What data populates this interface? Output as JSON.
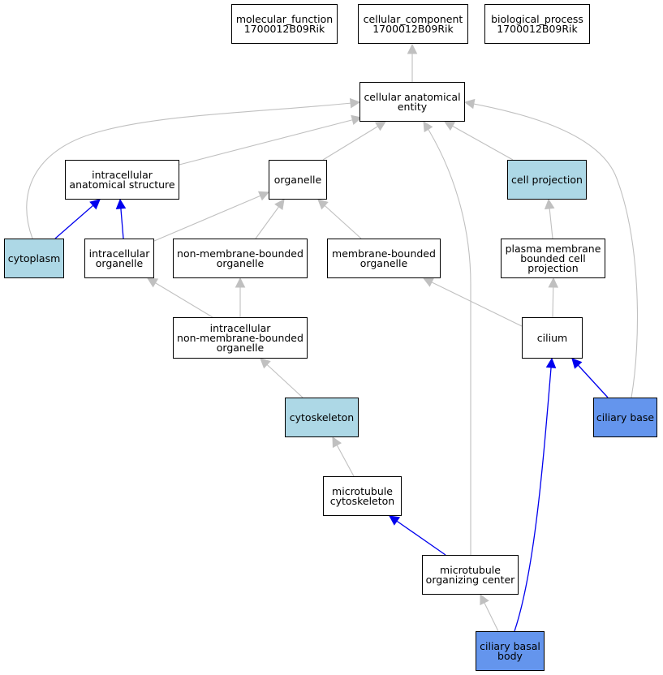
{
  "colors": {
    "node_default": "#ffffff",
    "node_light": "#add8e6",
    "node_highlight": "#6495ed",
    "edge_gray": "#c0c0c0",
    "edge_blue": "#0000ee",
    "stroke": "#000000"
  },
  "nodes": [
    {
      "id": "molecular_function",
      "lines": [
        "molecular_function",
        "1700012B09Rik"
      ],
      "style": "default"
    },
    {
      "id": "cellular_component",
      "lines": [
        "cellular_component",
        "1700012B09Rik"
      ],
      "style": "default"
    },
    {
      "id": "biological_process",
      "lines": [
        "biological_process",
        "1700012B09Rik"
      ],
      "style": "default"
    },
    {
      "id": "cellular_anatomical_entity",
      "lines": [
        "cellular anatomical",
        "entity"
      ],
      "style": "default"
    },
    {
      "id": "intracellular_anatomical_structure",
      "lines": [
        "intracellular",
        "anatomical structure"
      ],
      "style": "default"
    },
    {
      "id": "organelle",
      "lines": [
        "organelle"
      ],
      "style": "default"
    },
    {
      "id": "cell_projection",
      "lines": [
        "cell projection"
      ],
      "style": "light"
    },
    {
      "id": "cytoplasm",
      "lines": [
        "cytoplasm"
      ],
      "style": "light"
    },
    {
      "id": "intracellular_organelle",
      "lines": [
        "intracellular",
        "organelle"
      ],
      "style": "default"
    },
    {
      "id": "non_membrane_bounded_organelle",
      "lines": [
        "non-membrane-bounded",
        "organelle"
      ],
      "style": "default"
    },
    {
      "id": "membrane_bounded_organelle",
      "lines": [
        "membrane-bounded",
        "organelle"
      ],
      "style": "default"
    },
    {
      "id": "plasma_membrane_bounded_cell_projection",
      "lines": [
        "plasma membrane",
        "bounded cell",
        "projection"
      ],
      "style": "default"
    },
    {
      "id": "intracellular_non_membrane_bounded_organelle",
      "lines": [
        "intracellular",
        "non-membrane-bounded",
        "organelle"
      ],
      "style": "default"
    },
    {
      "id": "cilium",
      "lines": [
        "cilium"
      ],
      "style": "default"
    },
    {
      "id": "cytoskeleton",
      "lines": [
        "cytoskeleton"
      ],
      "style": "light"
    },
    {
      "id": "ciliary_base",
      "lines": [
        "ciliary base"
      ],
      "style": "highlight"
    },
    {
      "id": "microtubule_cytoskeleton",
      "lines": [
        "microtubule",
        "cytoskeleton"
      ],
      "style": "default"
    },
    {
      "id": "microtubule_organizing_center",
      "lines": [
        "microtubule",
        "organizing center"
      ],
      "style": "default"
    },
    {
      "id": "ciliary_basal_body",
      "lines": [
        "ciliary basal",
        "body"
      ],
      "style": "highlight"
    }
  ],
  "edges": [
    {
      "from": "cellular_anatomical_entity",
      "to": "cellular_component",
      "color": "gray"
    },
    {
      "from": "intracellular_anatomical_structure",
      "to": "cellular_anatomical_entity",
      "color": "gray"
    },
    {
      "from": "organelle",
      "to": "cellular_anatomical_entity",
      "color": "gray"
    },
    {
      "from": "cell_projection",
      "to": "cellular_anatomical_entity",
      "color": "gray"
    },
    {
      "from": "cytoplasm",
      "to": "cellular_anatomical_entity",
      "color": "gray"
    },
    {
      "from": "ciliary_base",
      "to": "cellular_anatomical_entity",
      "color": "gray"
    },
    {
      "from": "microtubule_organizing_center",
      "to": "cellular_anatomical_entity",
      "color": "gray"
    },
    {
      "from": "cytoplasm",
      "to": "intracellular_anatomical_structure",
      "color": "blue"
    },
    {
      "from": "intracellular_organelle",
      "to": "intracellular_anatomical_structure",
      "color": "blue"
    },
    {
      "from": "intracellular_organelle",
      "to": "organelle",
      "color": "gray"
    },
    {
      "from": "non_membrane_bounded_organelle",
      "to": "organelle",
      "color": "gray"
    },
    {
      "from": "membrane_bounded_organelle",
      "to": "organelle",
      "color": "gray"
    },
    {
      "from": "plasma_membrane_bounded_cell_projection",
      "to": "cell_projection",
      "color": "gray"
    },
    {
      "from": "intracellular_non_membrane_bounded_organelle",
      "to": "intracellular_organelle",
      "color": "gray"
    },
    {
      "from": "intracellular_non_membrane_bounded_organelle",
      "to": "non_membrane_bounded_organelle",
      "color": "gray"
    },
    {
      "from": "cilium",
      "to": "membrane_bounded_organelle",
      "color": "gray"
    },
    {
      "from": "cilium",
      "to": "plasma_membrane_bounded_cell_projection",
      "color": "gray"
    },
    {
      "from": "cytoskeleton",
      "to": "intracellular_non_membrane_bounded_organelle",
      "color": "gray"
    },
    {
      "from": "ciliary_base",
      "to": "cilium",
      "color": "blue"
    },
    {
      "from": "microtubule_cytoskeleton",
      "to": "cytoskeleton",
      "color": "gray"
    },
    {
      "from": "microtubule_organizing_center",
      "to": "microtubule_cytoskeleton",
      "color": "blue"
    },
    {
      "from": "ciliary_basal_body",
      "to": "microtubule_organizing_center",
      "color": "gray"
    },
    {
      "from": "ciliary_basal_body",
      "to": "cilium",
      "color": "blue"
    }
  ]
}
